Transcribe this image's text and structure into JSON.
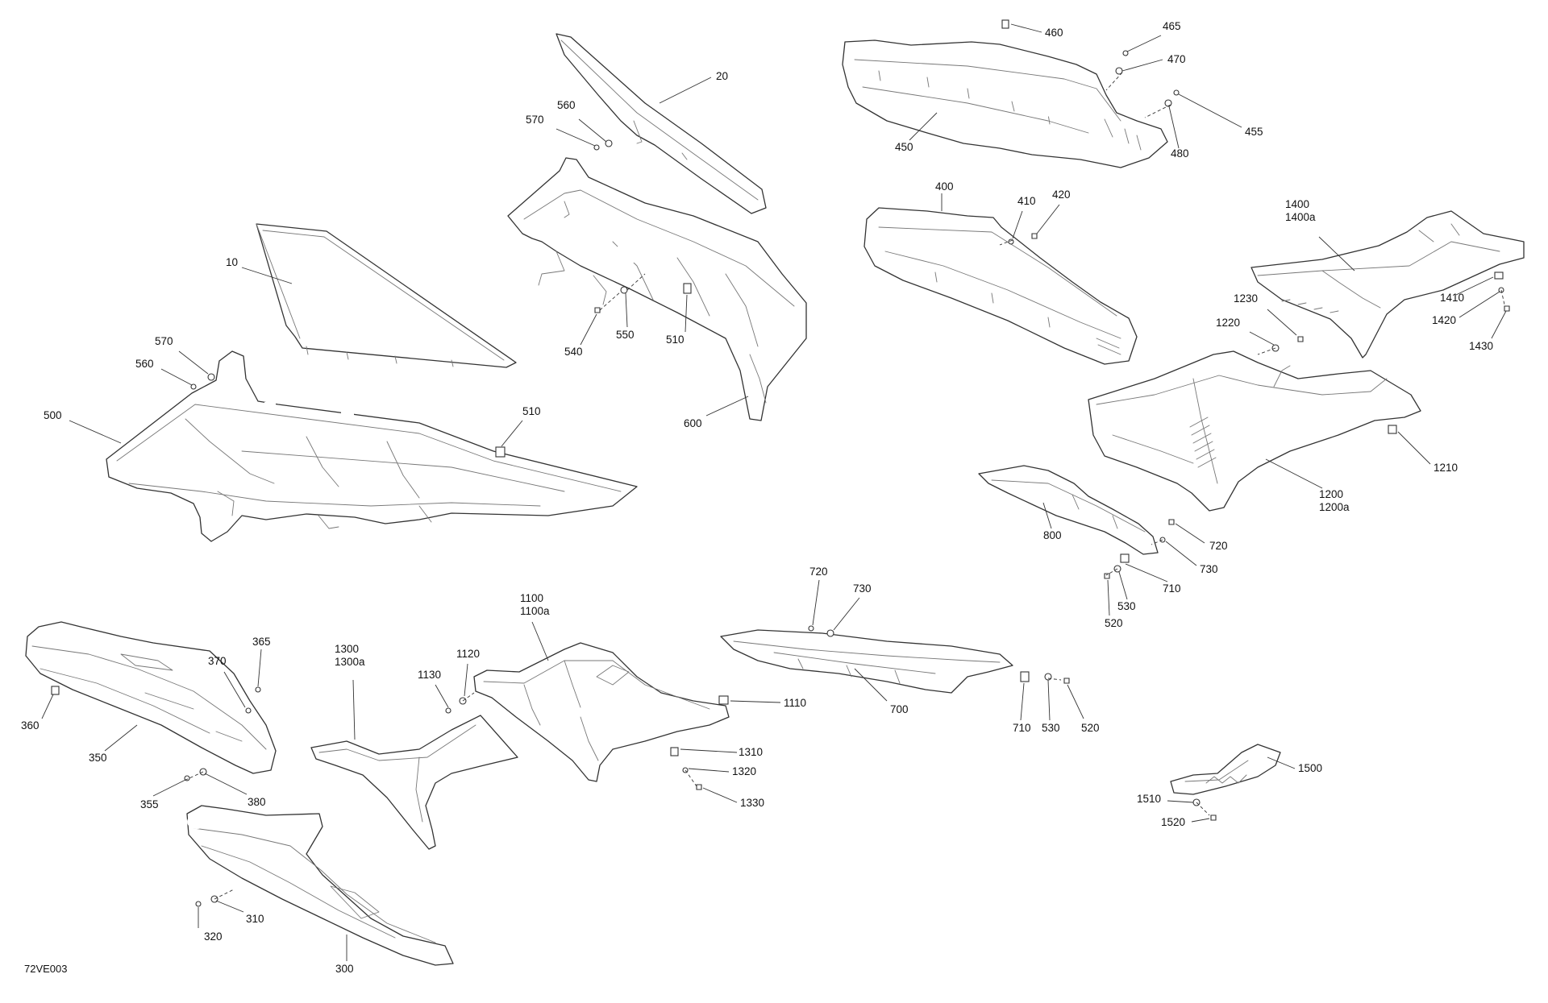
{
  "diagram": {
    "code": "72VE003",
    "callouts": [
      {
        "id": "10",
        "lines": [
          "10"
        ]
      },
      {
        "id": "20",
        "lines": [
          "20"
        ]
      },
      {
        "id": "300",
        "lines": [
          "300"
        ]
      },
      {
        "id": "310",
        "lines": [
          "310"
        ]
      },
      {
        "id": "320",
        "lines": [
          "320"
        ]
      },
      {
        "id": "350",
        "lines": [
          "350"
        ]
      },
      {
        "id": "355",
        "lines": [
          "355"
        ]
      },
      {
        "id": "360",
        "lines": [
          "360"
        ]
      },
      {
        "id": "365",
        "lines": [
          "365"
        ]
      },
      {
        "id": "370",
        "lines": [
          "370"
        ]
      },
      {
        "id": "380",
        "lines": [
          "380"
        ]
      },
      {
        "id": "400",
        "lines": [
          "400"
        ]
      },
      {
        "id": "410",
        "lines": [
          "410"
        ]
      },
      {
        "id": "420",
        "lines": [
          "420"
        ]
      },
      {
        "id": "450",
        "lines": [
          "450"
        ]
      },
      {
        "id": "455",
        "lines": [
          "455"
        ]
      },
      {
        "id": "460",
        "lines": [
          "460"
        ]
      },
      {
        "id": "465",
        "lines": [
          "465"
        ]
      },
      {
        "id": "470",
        "lines": [
          "470"
        ]
      },
      {
        "id": "480",
        "lines": [
          "480"
        ]
      },
      {
        "id": "500",
        "lines": [
          "500"
        ]
      },
      {
        "id": "510a",
        "lines": [
          "510"
        ]
      },
      {
        "id": "510b",
        "lines": [
          "510"
        ]
      },
      {
        "id": "520a",
        "lines": [
          "520"
        ]
      },
      {
        "id": "520b",
        "lines": [
          "520"
        ]
      },
      {
        "id": "530a",
        "lines": [
          "530"
        ]
      },
      {
        "id": "530b",
        "lines": [
          "530"
        ]
      },
      {
        "id": "540",
        "lines": [
          "540"
        ]
      },
      {
        "id": "550",
        "lines": [
          "550"
        ]
      },
      {
        "id": "560a",
        "lines": [
          "560"
        ]
      },
      {
        "id": "560b",
        "lines": [
          "560"
        ]
      },
      {
        "id": "570a",
        "lines": [
          "570"
        ]
      },
      {
        "id": "570b",
        "lines": [
          "570"
        ]
      },
      {
        "id": "600",
        "lines": [
          "600"
        ]
      },
      {
        "id": "700",
        "lines": [
          "700"
        ]
      },
      {
        "id": "710a",
        "lines": [
          "710"
        ]
      },
      {
        "id": "710b",
        "lines": [
          "710"
        ]
      },
      {
        "id": "720a",
        "lines": [
          "720"
        ]
      },
      {
        "id": "720b",
        "lines": [
          "720"
        ]
      },
      {
        "id": "730a",
        "lines": [
          "730"
        ]
      },
      {
        "id": "730b",
        "lines": [
          "730"
        ]
      },
      {
        "id": "800",
        "lines": [
          "800"
        ]
      },
      {
        "id": "1100",
        "lines": [
          "1100",
          "1100a"
        ]
      },
      {
        "id": "1110",
        "lines": [
          "1110"
        ]
      },
      {
        "id": "1120",
        "lines": [
          "1120"
        ]
      },
      {
        "id": "1130",
        "lines": [
          "1130"
        ]
      },
      {
        "id": "1200",
        "lines": [
          "1200",
          "1200a"
        ]
      },
      {
        "id": "1210",
        "lines": [
          "1210"
        ]
      },
      {
        "id": "1220",
        "lines": [
          "1220"
        ]
      },
      {
        "id": "1230",
        "lines": [
          "1230"
        ]
      },
      {
        "id": "1300",
        "lines": [
          "1300",
          "1300a"
        ]
      },
      {
        "id": "1310",
        "lines": [
          "1310"
        ]
      },
      {
        "id": "1320",
        "lines": [
          "1320"
        ]
      },
      {
        "id": "1330",
        "lines": [
          "1330"
        ]
      },
      {
        "id": "1400",
        "lines": [
          "1400",
          "1400a"
        ]
      },
      {
        "id": "1410",
        "lines": [
          "1410"
        ]
      },
      {
        "id": "1420",
        "lines": [
          "1420"
        ]
      },
      {
        "id": "1430",
        "lines": [
          "1430"
        ]
      },
      {
        "id": "1500",
        "lines": [
          "1500"
        ]
      },
      {
        "id": "1510",
        "lines": [
          "1510"
        ]
      },
      {
        "id": "1520",
        "lines": [
          "1520"
        ]
      }
    ]
  }
}
